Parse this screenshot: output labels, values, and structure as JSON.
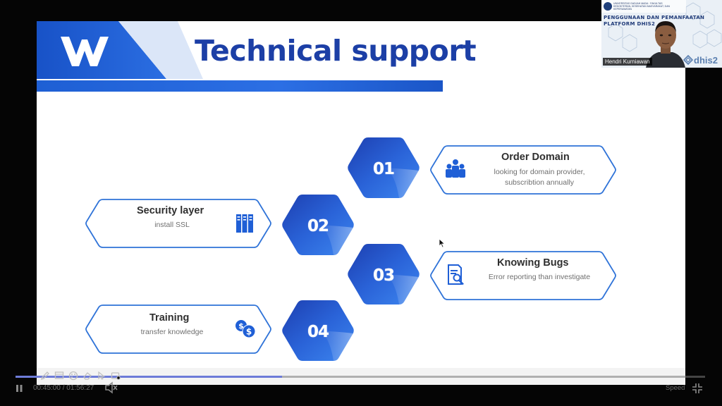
{
  "slide": {
    "title": "Technical support",
    "logo": "wps-w-logo",
    "colors": {
      "primary": "#1f5fd6",
      "title": "#1c3fa6",
      "card_border": "#2f73d8",
      "text_dark": "#2f2f2f",
      "text_muted": "#6f6f6f"
    },
    "steps": [
      {
        "number": "01",
        "title": "Order Domain",
        "desc_lines": [
          "looking for domain provider,",
          "subscribtion annually"
        ],
        "icon": "team-icon"
      },
      {
        "number": "02",
        "title": "Security layer",
        "desc_lines": [
          "install SSL"
        ],
        "icon": "server-rack-icon"
      },
      {
        "number": "03",
        "title": "Knowing Bugs",
        "desc_lines": [
          "Error reporting than investigate"
        ],
        "icon": "bug-report-icon"
      },
      {
        "number": "04",
        "title": "Training",
        "desc_lines": [
          "transfer knowledge"
        ],
        "icon": "dollar-coins-icon"
      }
    ]
  },
  "webcam": {
    "banner_line1": "PENGGUNAAN DAN PEMANFAATAN",
    "banner_line2": "PLATFORM DHIS2",
    "institution": "UNIVERSITAS GADJAH MADA · FAKULTAS KEDOKTERAN, KESEHATAN MASYARAKAT, DAN KEPERAWATAN",
    "participant_name": "Hendri Kurniawan",
    "brand": "dhis2"
  },
  "player": {
    "current_time": "00:45:00",
    "separator": "/",
    "total_time": "01:56:27",
    "progress": 0.386,
    "speed_label": "Speed",
    "tools": [
      "pen-icon",
      "screen-icon",
      "palette-icon",
      "eraser-icon",
      "pointer-icon",
      "snapshot-icon"
    ]
  }
}
